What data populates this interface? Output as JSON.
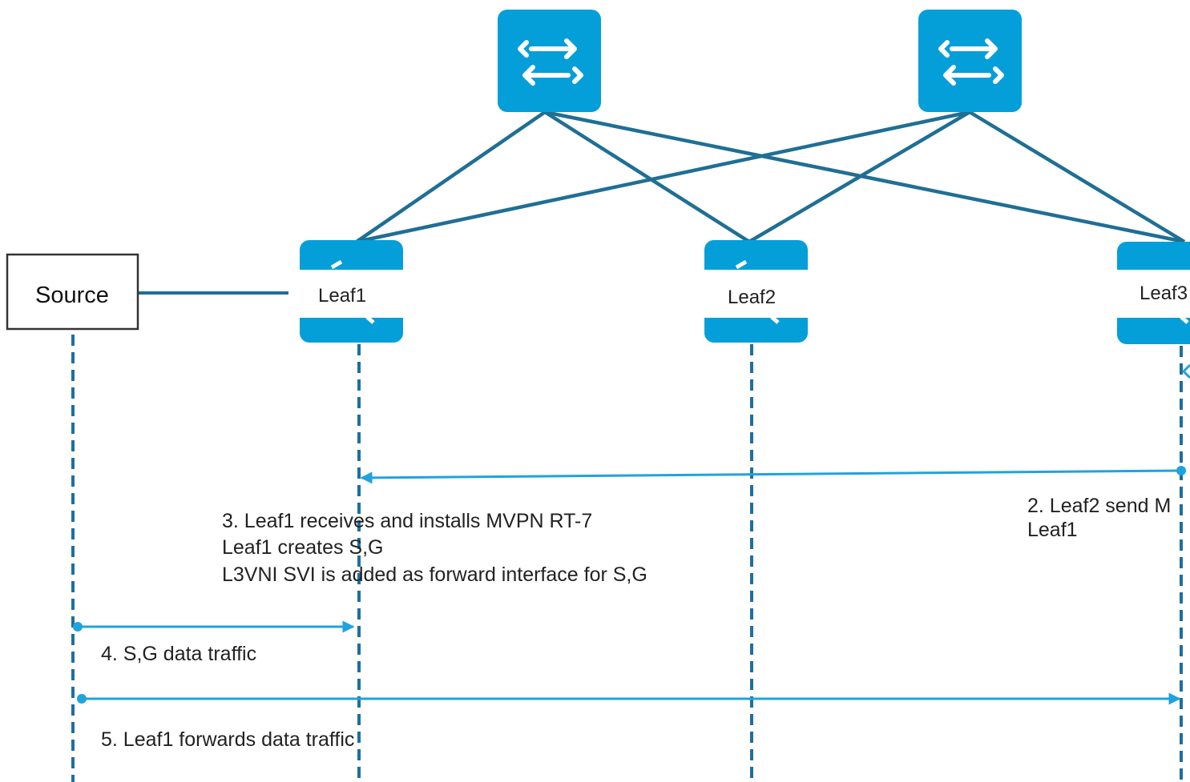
{
  "colors": {
    "device_blue": "#049fd9",
    "link_dark": "#1f6f94",
    "lifeline": "#1e6fa0",
    "message": "#1fa3dd",
    "text": "#222222"
  },
  "source": {
    "label": "Source"
  },
  "spines": [
    {
      "icon": "switch-icon"
    },
    {
      "icon": "switch-icon"
    }
  ],
  "leaves": [
    {
      "label": "Leaf1",
      "icon": "router-icon"
    },
    {
      "label": "Leaf2",
      "icon": "router-icon"
    },
    {
      "label": "Leaf3",
      "icon": "router-icon"
    }
  ],
  "messages": [
    {
      "lines": [
        "2. Leaf2 send M",
        "Leaf1"
      ]
    },
    {
      "lines": [
        "3. Leaf1 receives and installs MVPN RT-7",
        "Leaf1 creates S,G",
        "L3VNI SVI is added as forward interface for S,G"
      ]
    },
    {
      "lines": [
        "4. S,G data traffic"
      ]
    },
    {
      "lines": [
        "5. Leaf1 forwards data traffic"
      ]
    }
  ]
}
